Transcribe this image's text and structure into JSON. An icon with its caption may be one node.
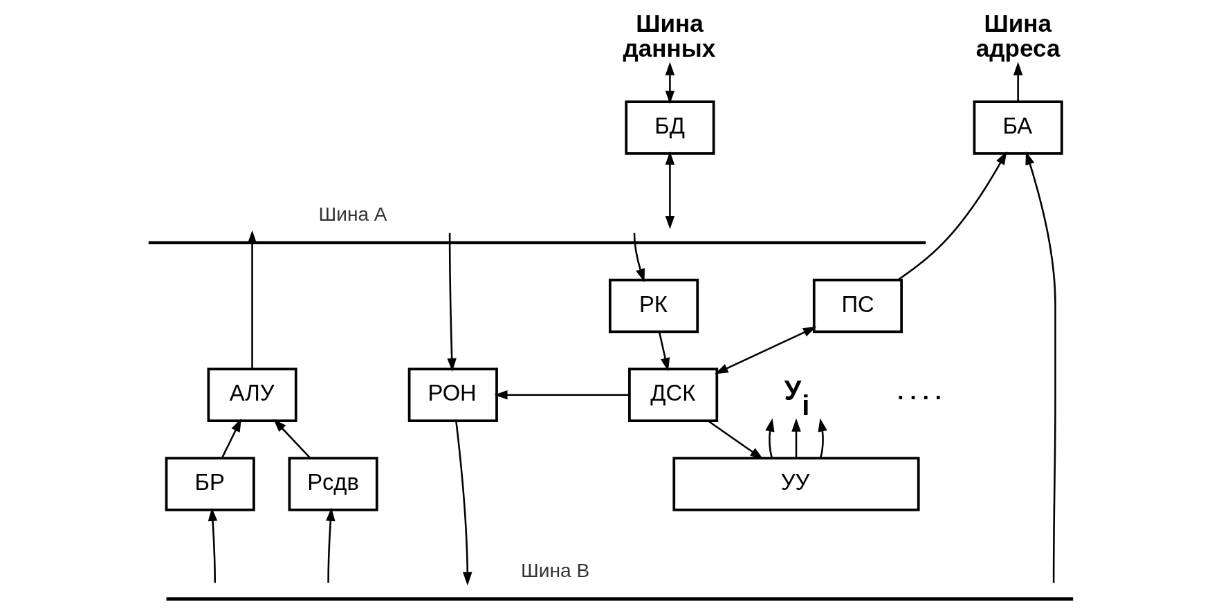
{
  "diagram": {
    "nodes": [
      {
        "text": [
          "Шина данных"
        ]
      },
      {
        "text": [
          "БД"
        ]
      },
      {
        "text": [
          "Шина адреса"
        ]
      },
      {
        "text": [
          "БА"
        ]
      },
      {
        "text": [
          "Шина А"
        ]
      },
      {
        "text": [
          "РК"
        ]
      },
      {
        "text": [
          "ПС"
        ]
      },
      {
        "text": [
          "АЛУ"
        ]
      },
      {
        "text": [
          "РОН"
        ]
      },
      {
        "text": [
          "ДСК"
        ]
      },
      {
        "text": [
          "У$_{i}$"
        ]
      },
      {
        "text": [
          "БР"
        ]
      },
      {
        "text": [
          "Рсдв"
        ]
      },
      {
        "text": [
          "УУ"
        ]
      },
      {
        "text": [
          "Шина В"
        ]
      }
    ],
    "edges": [
      {
        "from": 0,
        "to": 1,
        "arrow": "both"
      },
      {
        "from": 1,
        "to": 4,
        "arrow": "both"
      },
      {
        "from": 3,
        "to": 2,
        "arrow": "to"
      },
      {
        "from": 4,
        "to": 5,
        "arrow": "to"
      },
      {
        "from": 7,
        "to": 4,
        "arrow": "to"
      },
      {
        "from": 4,
        "to": 8,
        "arrow": "to"
      },
      {
        "from": 6,
        "to": 3,
        "arrow": "to"
      },
      {
        "from": 14,
        "to": 3,
        "arrow": "to"
      },
      {
        "from": 5,
        "to": 9,
        "arrow": "to"
      },
      {
        "from": 6,
        "to": 9,
        "arrow": "both"
      },
      {
        "from": 9,
        "to": 8,
        "arrow": "to"
      },
      {
        "from": 11,
        "to": 7,
        "arrow": "to"
      },
      {
        "from": 12,
        "to": 7,
        "arrow": "to"
      },
      {
        "from": 9,
        "to": 13,
        "arrow": "to"
      },
      {
        "from": 13,
        "to": 10,
        "arrow": "to"
      },
      {
        "from": 13,
        "to": 10,
        "arrow": "to"
      },
      {
        "from": 13,
        "to": 10,
        "arrow": "to"
      },
      {
        "from": 8,
        "to": 14,
        "arrow": "to"
      },
      {
        "from": 14,
        "to": 11,
        "arrow": "to"
      },
      {
        "from": 14,
        "to": 12,
        "arrow": "to"
      }
    ],
    "labels": [
      ". . . ."
    ]
  }
}
